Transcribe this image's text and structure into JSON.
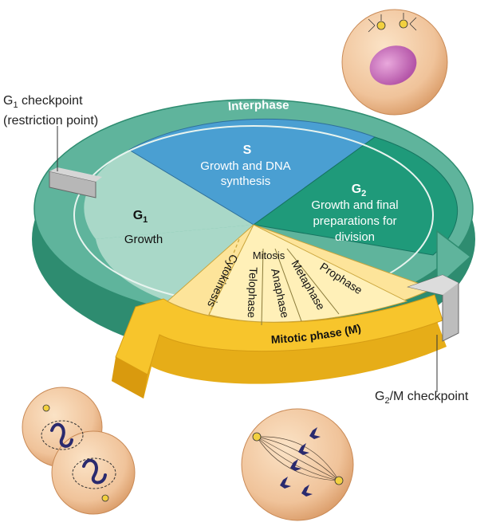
{
  "diagram": {
    "colors": {
      "interphase_ring": "#5fb49c",
      "ring_side": "#2e8c70",
      "s_phase": "#4a9fd2",
      "g1_phase": "#a9d8c8",
      "g2_phase": "#1f9a7a",
      "mitotic": "#fde49a",
      "mitotic_arrow": "#f7c52c",
      "cell": "#f0c39a",
      "chromosome": "#2a2a6e"
    },
    "interphase_label": "Interphase",
    "s": {
      "title": "S",
      "line1": "Growth and DNA",
      "line2": "synthesis"
    },
    "g1": {
      "title": "G",
      "sub": "1",
      "desc": "Growth"
    },
    "g2": {
      "title": "G",
      "sub": "2",
      "line1": "Growth and final",
      "line2": "preparations for",
      "line3": "division"
    },
    "mitosis_label": "Mitosis",
    "mitotic_stages": [
      "Prophase",
      "Metaphase",
      "Anaphase",
      "Telophase",
      "Cytokinesis"
    ],
    "mitotic_phase_label": "Mitotic phase (M)",
    "g1_checkpoint": {
      "main": "G",
      "sub": "1",
      "rest": " checkpoint",
      "line2": "(restriction point)"
    },
    "g2m_checkpoint": {
      "main": "G",
      "sub": "2",
      "rest": "/M checkpoint"
    }
  }
}
